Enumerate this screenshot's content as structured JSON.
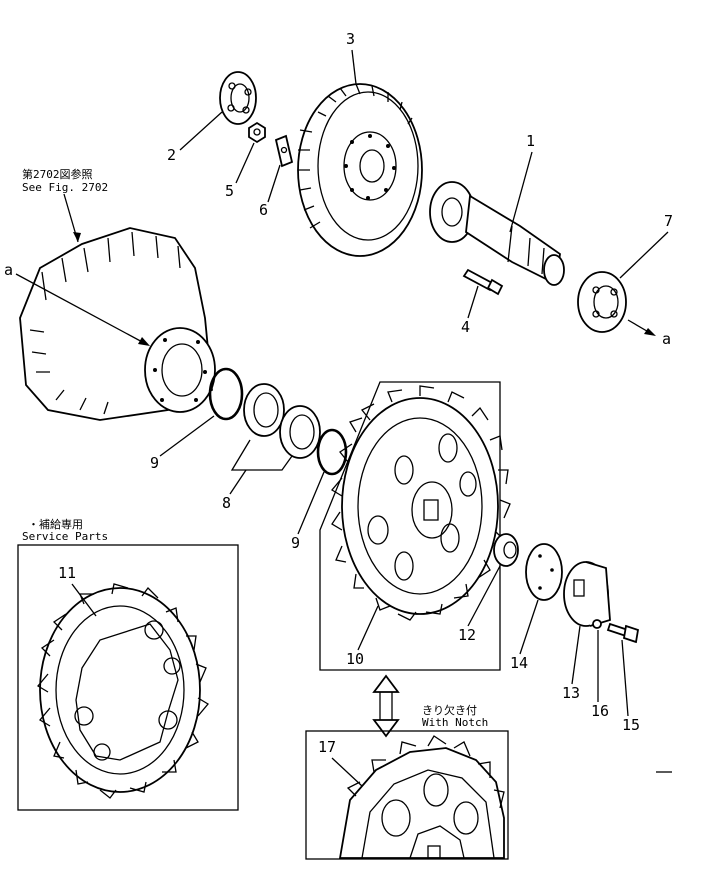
{
  "callouts": {
    "c1": "1",
    "c2": "2",
    "c3": "3",
    "c4": "4",
    "c5": "5",
    "c6": "6",
    "c7": "7",
    "c8": "8",
    "c9a": "9",
    "c9b": "9",
    "c10": "10",
    "c11": "11",
    "c12": "12",
    "c13": "13",
    "c14": "14",
    "c15": "15",
    "c16": "16",
    "c17": "17",
    "a_left": "a",
    "a_right": "a"
  },
  "references": {
    "see_fig_jp": "第2702図参照",
    "see_fig_en": "See Fig. 2702"
  },
  "service_parts": {
    "jp": "・補給専用",
    "en": "Service Parts"
  },
  "with_notch": {
    "jp": "きり欠き付",
    "en": "With Notch"
  }
}
